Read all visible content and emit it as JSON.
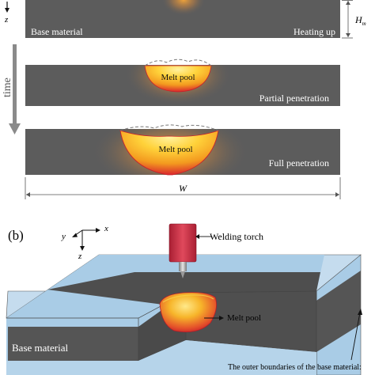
{
  "panel_a": {
    "axis_z": "z",
    "time_label": "time",
    "height_label": "H",
    "height_sub": "m",
    "width_label": "W",
    "stage1": {
      "left_label": "Base material",
      "right_label": "Heating up"
    },
    "stage2": {
      "pool_label": "Melt pool",
      "right_label": "Partial penetration"
    },
    "stage3": {
      "pool_label": "Melt pool",
      "right_label": "Full penetration"
    }
  },
  "panel_b": {
    "panel_label": "(b)",
    "axis_x": "x",
    "axis_y": "y",
    "axis_z": "z",
    "torch_label": "Welding torch",
    "pool_label": "Melt pool",
    "base_label": "Base material",
    "boundary_note": "The outer boundaries of the base material:"
  },
  "colors": {
    "plate": "#5c5c5c",
    "plate_dark": "#3f3f3f",
    "outer_layer": "#a9cce6",
    "pool_core": "#ffd23a",
    "pool_mid": "#f39a1f",
    "pool_edge": "#d9262d",
    "torch": "#d6384b"
  }
}
